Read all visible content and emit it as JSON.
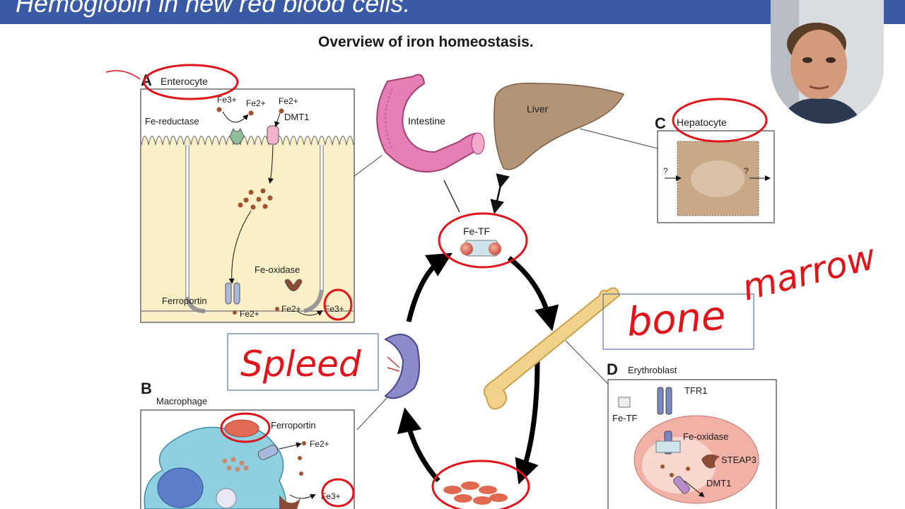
{
  "banner": {
    "title": "Hemoglobin in new red blood cells."
  },
  "diagram": {
    "title": "Overview of iron homeostasis.",
    "organs": {
      "intestine": "Intestine",
      "liver": "Liver",
      "fe_tf": "Fe-TF"
    },
    "panel_a": {
      "letter": "A",
      "name": "Enterocyte",
      "labels": {
        "fe_reductase": "Fe-reductase",
        "dmt1": "DMT1",
        "fe_oxidase": "Fe-oxidase",
        "ferroportin": "Ferroportin",
        "fe3_top": "Fe3+",
        "fe2_mid": "Fe2+",
        "fe2_right": "Fe2+",
        "fe2_bottom_left": "Fe2+",
        "fe2_bottom_mid": "Fe2+",
        "fe3_bottom": "Fe3+"
      }
    },
    "panel_b": {
      "letter": "B",
      "name": "Macrophage",
      "labels": {
        "ferroportin": "Ferroportin",
        "fe2": "Fe2+",
        "fe3": "Fe3+"
      }
    },
    "panel_c": {
      "letter": "C",
      "name": "Hepatocyte",
      "q_left": "?",
      "q_right": "?"
    },
    "panel_d": {
      "letter": "D",
      "name": "Erythroblast",
      "labels": {
        "tfr1": "TFR1",
        "fe_tf": "Fe-TF",
        "fe_oxidase": "Fe-oxidase",
        "steap3": "STEAP3",
        "dmt1": "DMT1"
      }
    }
  },
  "annotations": {
    "spleen": "Spleed",
    "bone_marrow_1": "bone",
    "bone_marrow_2": "marrow"
  },
  "colors": {
    "banner": "#3b5aa6",
    "ink": "#e0141b",
    "cell_fill": "#fbefc8",
    "macrophage": "#8ecfe0",
    "erythroblast": "#f1b1a6"
  }
}
